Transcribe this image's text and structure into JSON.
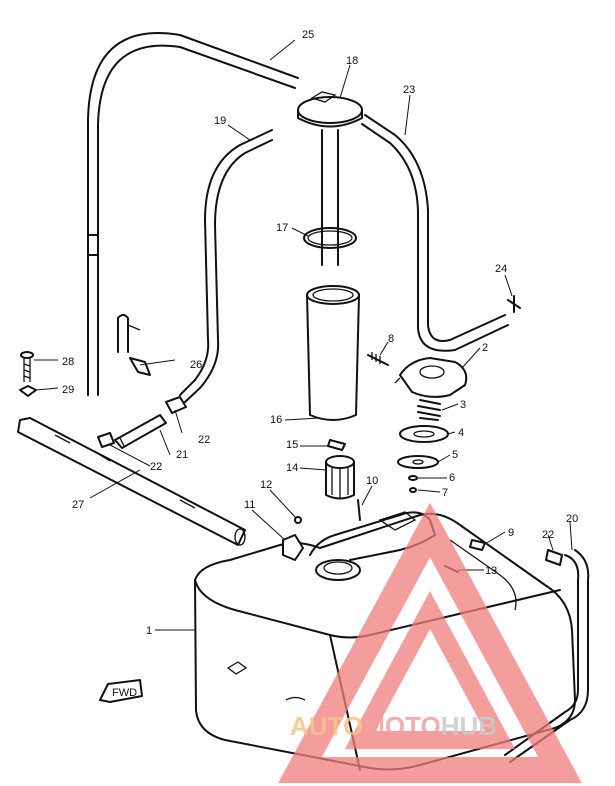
{
  "diagram": {
    "callouts": [
      "1",
      "2",
      "3",
      "4",
      "5",
      "6",
      "7",
      "8",
      "10",
      "11",
      "12",
      "13",
      "14",
      "15",
      "16",
      "17",
      "18",
      "19",
      "20",
      "21",
      "22",
      "22",
      "22",
      "23",
      "24",
      "25",
      "26",
      "27",
      "28",
      "29",
      "9"
    ],
    "fwd_marker": "FWD"
  },
  "watermark": {
    "part1": "AUTO",
    "part2": "MOTO",
    "part3": "HUB",
    "colors": {
      "auto": "#f6c48a",
      "moto": "#f2a0a0",
      "hub": "#c9c9c9",
      "logo": "#ef7d7d"
    }
  }
}
